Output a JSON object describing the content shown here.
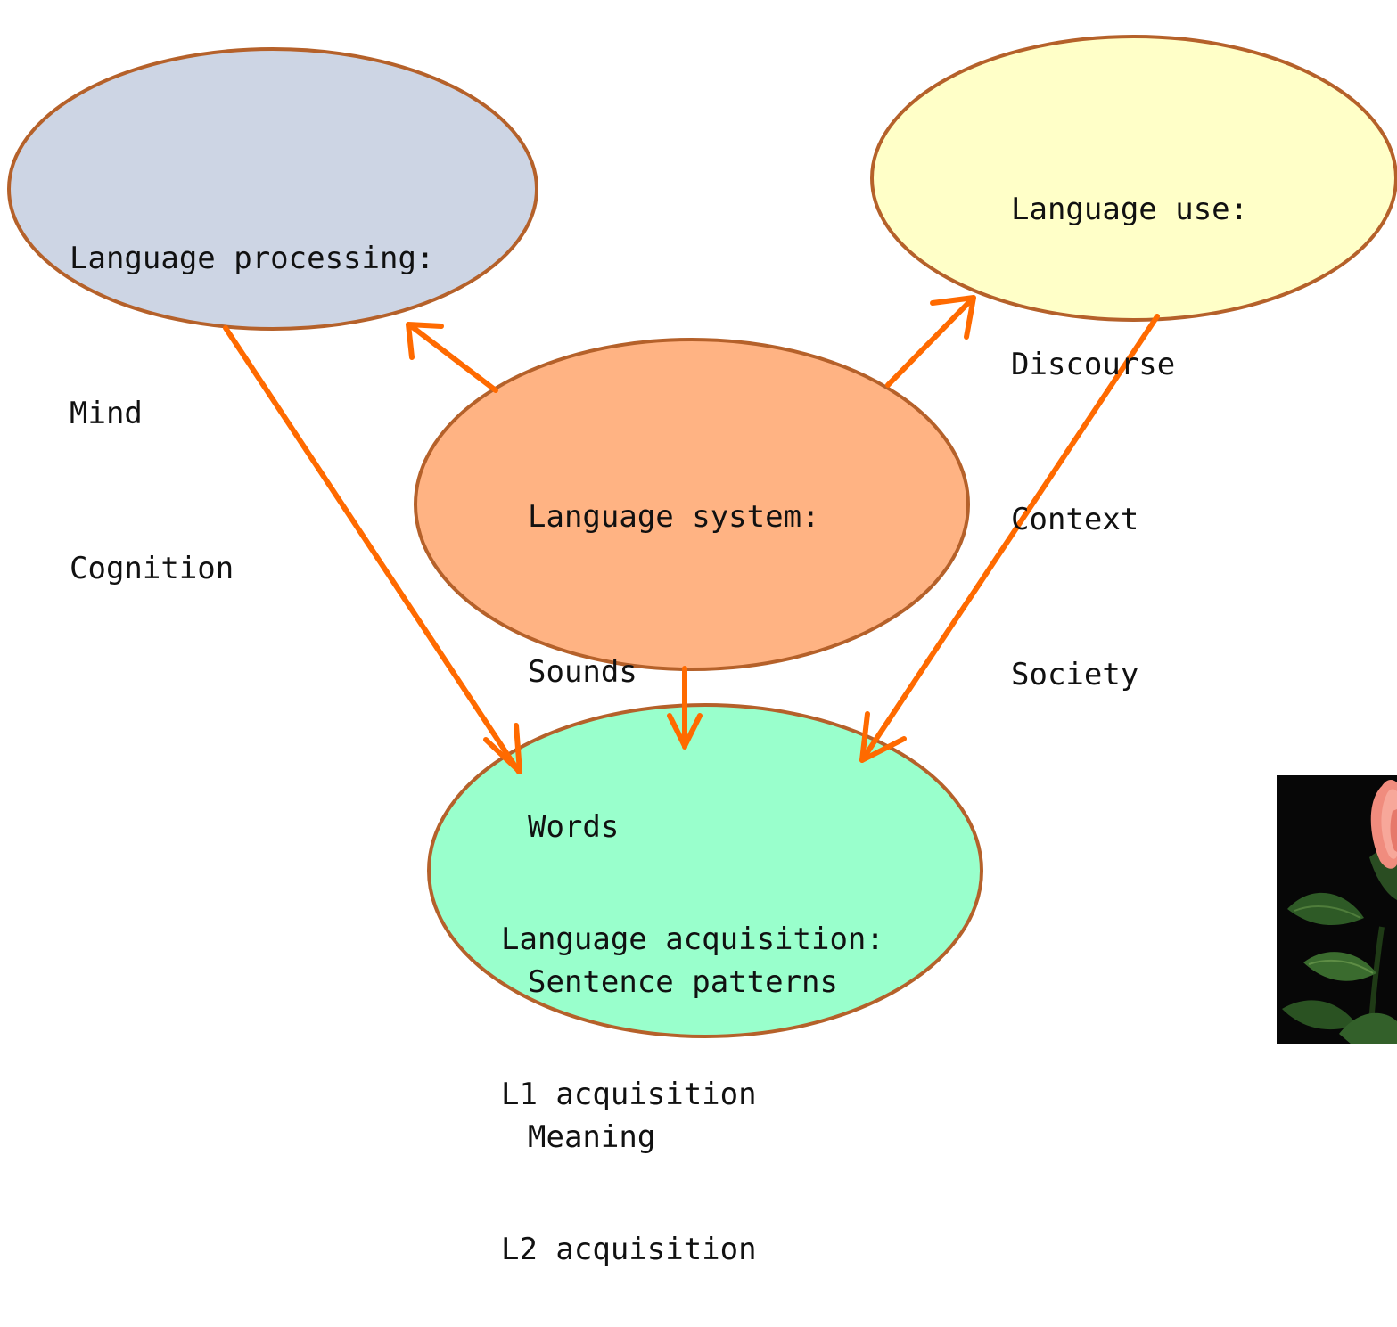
{
  "colors": {
    "arrow": "#ff6a00",
    "outline": "#b5612a",
    "processing_fill": "#cdd5e4",
    "use_fill": "#ffffc8",
    "system_fill": "#ffb383",
    "acquisition_fill": "#99ffcc"
  },
  "nodes": {
    "processing": {
      "title": "Language processing:",
      "items": [
        "Mind",
        "Cognition"
      ]
    },
    "use": {
      "title": "Language use:",
      "items": [
        "Discourse",
        "Context",
        "Society"
      ]
    },
    "system": {
      "title": "Language system:",
      "items": [
        "Sounds",
        "Words",
        "Sentence patterns",
        "Meaning"
      ]
    },
    "acquisition": {
      "title": "Language acquisition:",
      "items": [
        "L1 acquisition",
        "L2 acquisition"
      ]
    }
  },
  "edges": [
    {
      "from": "system",
      "to": "processing"
    },
    {
      "from": "system",
      "to": "use"
    },
    {
      "from": "system",
      "to": "acquisition"
    },
    {
      "from": "processing",
      "to": "acquisition"
    },
    {
      "from": "use",
      "to": "acquisition"
    }
  ],
  "photo": {
    "subject": "pink rose with green leaves on dark background"
  }
}
